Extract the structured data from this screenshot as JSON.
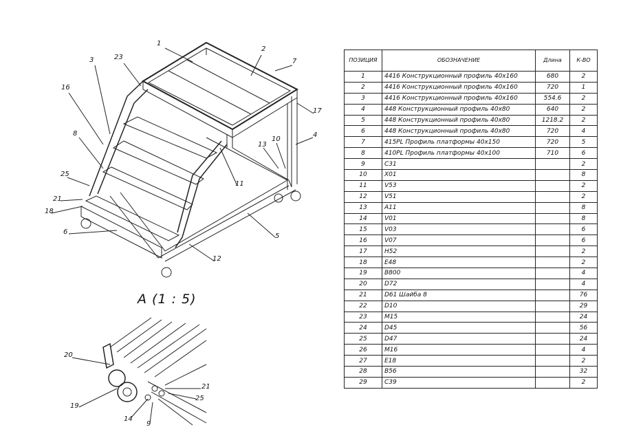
{
  "table": {
    "headers": [
      "ПОЗИЦИЯ",
      "ОБОЗНАЧЕНИЕ",
      "Длина",
      "К-ВО"
    ],
    "rows": [
      [
        "1",
        "4416 Конструкционный профиль 40x160",
        "680",
        "2"
      ],
      [
        "2",
        "4416 Конструкционный профиль 40x160",
        "720",
        "1"
      ],
      [
        "3",
        "4416 Конструкционный профиль 40x160",
        "554.6",
        "2"
      ],
      [
        "4",
        "448 Конструкционный профиль 40x80",
        "640",
        "2"
      ],
      [
        "5",
        "448 Конструкционный профиль 40x80",
        "1218.2",
        "2"
      ],
      [
        "6",
        "448 Конструкционный профиль 40x80",
        "720",
        "4"
      ],
      [
        "7",
        "415PL Профиль платформы 40x150",
        "720",
        "5"
      ],
      [
        "8",
        "410PL Профиль платформы 40x100",
        "710",
        "6"
      ],
      [
        "9",
        "C31",
        "",
        "2"
      ],
      [
        "10",
        "X01",
        "",
        "8"
      ],
      [
        "11",
        "V53",
        "",
        "2"
      ],
      [
        "12",
        "V51",
        "",
        "2"
      ],
      [
        "13",
        "A11",
        "",
        "8"
      ],
      [
        "14",
        "V01",
        "",
        "8"
      ],
      [
        "15",
        "V03",
        "",
        "6"
      ],
      [
        "16",
        "V07",
        "",
        "6"
      ],
      [
        "17",
        "H52",
        "",
        "2"
      ],
      [
        "18",
        "E48",
        "",
        "2"
      ],
      [
        "19",
        "B800",
        "",
        "4"
      ],
      [
        "20",
        "D72",
        "",
        "4"
      ],
      [
        "21",
        "D61 Шайба 8",
        "",
        "76"
      ],
      [
        "22",
        "D10",
        "",
        "29"
      ],
      [
        "23",
        "M15",
        "",
        "24"
      ],
      [
        "24",
        "D45",
        "",
        "56"
      ],
      [
        "25",
        "D47",
        "",
        "24"
      ],
      [
        "26",
        "M16",
        "",
        "4"
      ],
      [
        "27",
        "E18",
        "",
        "2"
      ],
      [
        "28",
        "B56",
        "",
        "32"
      ],
      [
        "29",
        "C39",
        "",
        "2"
      ]
    ]
  },
  "main_view": {
    "callouts": [
      "1",
      "2",
      "7",
      "23",
      "3",
      "16",
      "17",
      "4",
      "8",
      "13",
      "10",
      "11",
      "25",
      "21",
      "18",
      "6",
      "5",
      "12"
    ]
  },
  "detail_view": {
    "title": "A (1 : 5)",
    "callouts": [
      "20",
      "19",
      "14",
      "9",
      "21",
      "25"
    ]
  }
}
